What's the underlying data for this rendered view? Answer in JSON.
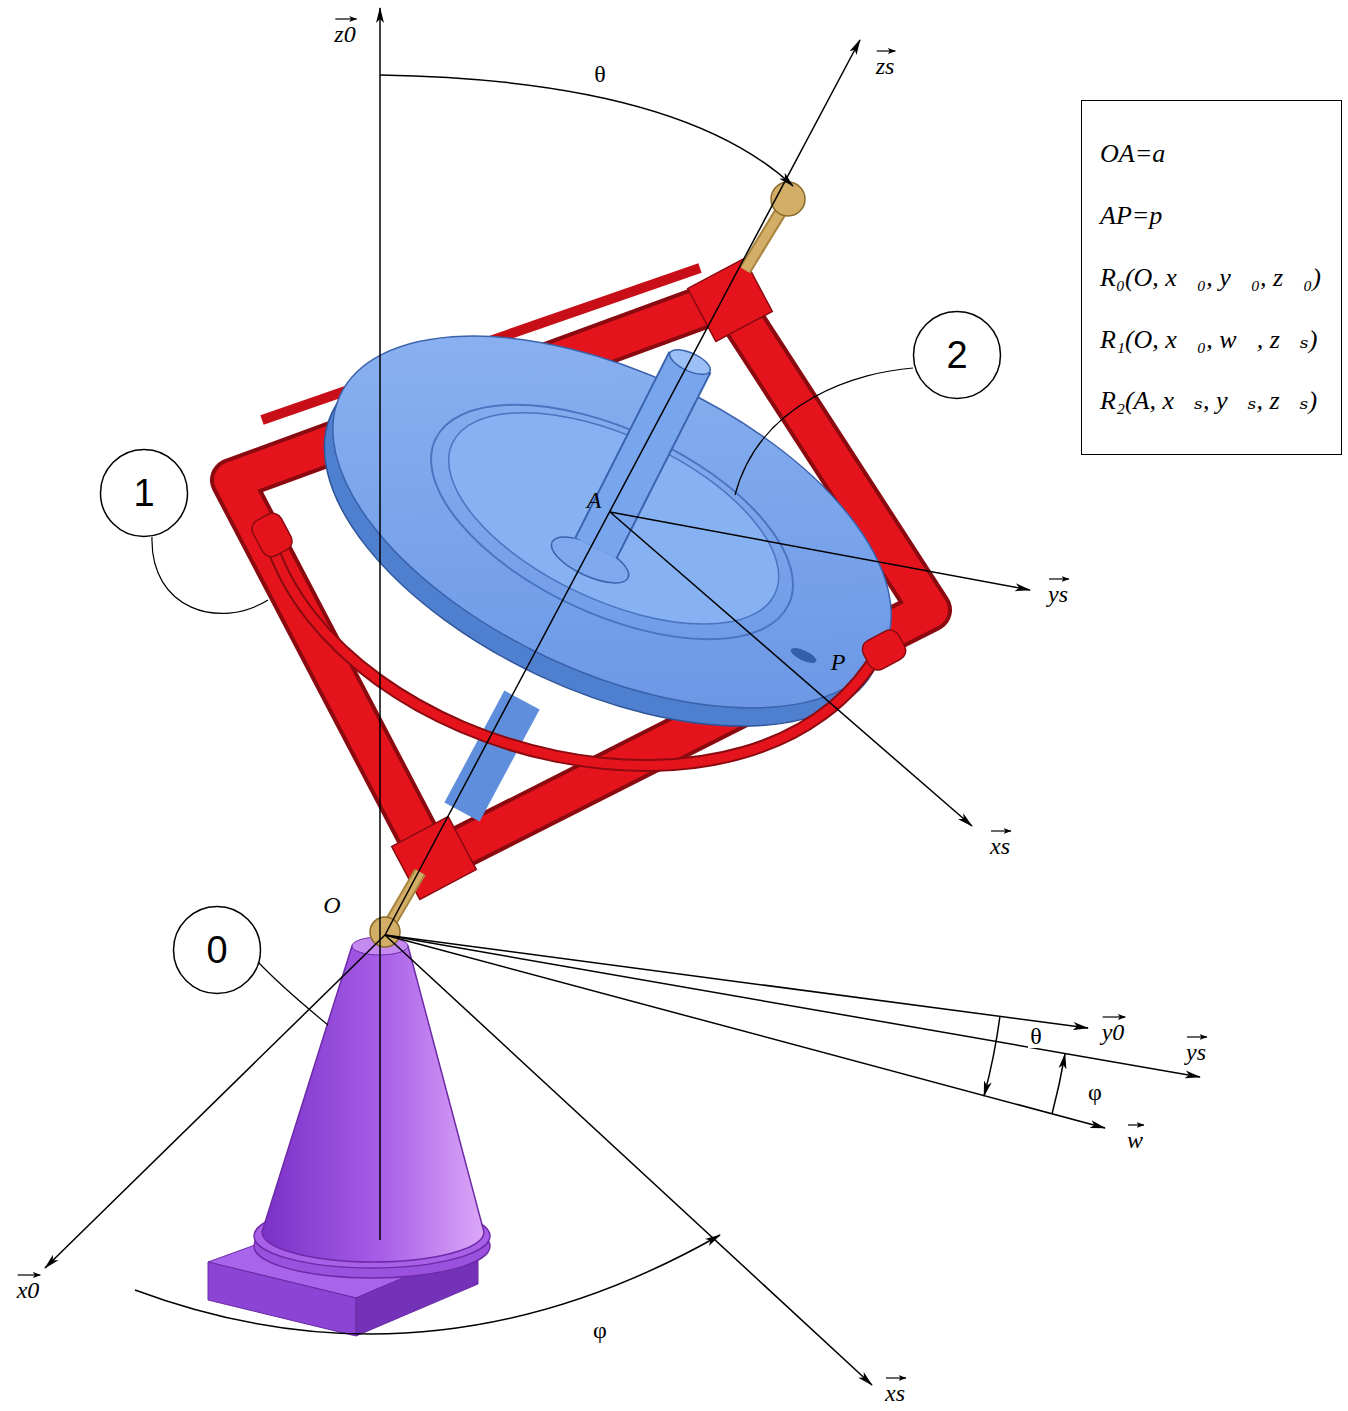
{
  "diagram": {
    "nodes": [
      {
        "text": [
          "OA=a",
          "AP=p",
          "R₀(O, x⃗₀, y⃗₀, z⃗₀)",
          "R₁(O, x⃗₀, w⃗, z⃗ₛ)",
          "R₂(A, x⃗ₛ, y⃗ₛ, z⃗ₛ)"
        ]
      },
      {
        "text": [
          "2"
        ]
      },
      {
        "text": [
          "1"
        ]
      },
      {
        "text": [
          "0"
        ]
      }
    ],
    "labels": [
      "z0",
      "θ",
      "zs",
      "A",
      "ys",
      "P",
      "xs",
      "O",
      "y0",
      "θ",
      "ys",
      "φ",
      "w",
      "x0",
      "φ",
      "xs"
    ]
  }
}
